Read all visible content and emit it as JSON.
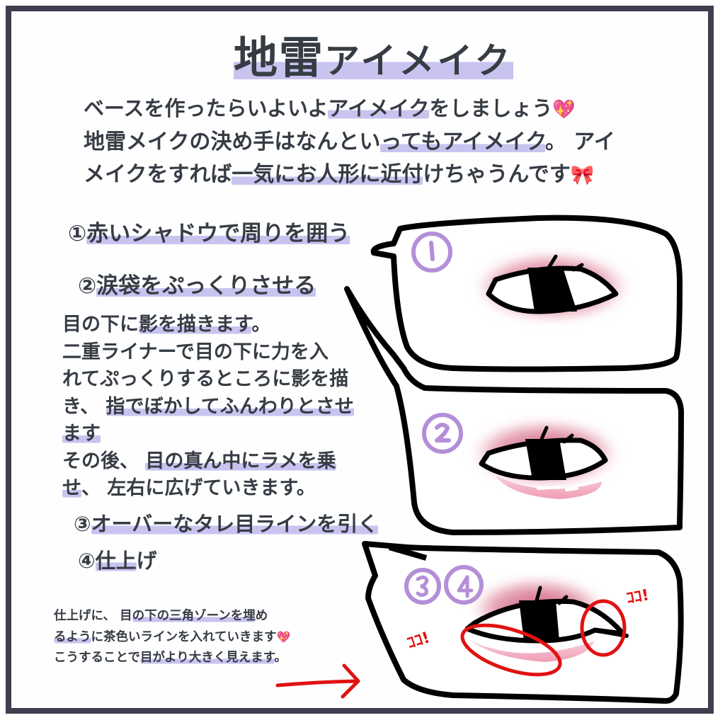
{
  "title": {
    "kanji": "地雷",
    "kana": "アイメイク"
  },
  "intro": {
    "line1": {
      "pre": "ベースを作ったらいよいよ",
      "highlight": "アイメイク",
      "post": "をしましょう",
      "emoji": "💖"
    },
    "line2": {
      "pre": "地雷メイクの決め手はなんとい",
      "highlight": "ってもアイメイク",
      "post": "。 アイ"
    },
    "line3": {
      "pre": "メイクをすれば",
      "highlight": "一気にお人形に近付",
      "post": "けちゃうんです",
      "emoji": "🎀"
    }
  },
  "steps": [
    {
      "number": "①",
      "highlight": "赤いシャドウで周りを囲う",
      "label": "赤いシャドウで周りを囲う"
    },
    {
      "number": "②",
      "highlight": "涙袋をぷっくりさせる",
      "label": "涙袋をぷっくりさせる"
    },
    {
      "number": "③",
      "highlight": "オーバーなタレ目ラインを引く",
      "label": "オーバーなタレ目ラインを引く"
    },
    {
      "number": "④",
      "highlight": "仕上",
      "post": "げ",
      "label": "仕上げ"
    }
  ],
  "step2_body": [
    {
      "pre": "目の下に",
      "highlight": "影を描きます",
      "post": "。"
    },
    {
      "pre": "二重ライナーで目の下に力を入",
      "highlight": "",
      "post": ""
    },
    {
      "pre": "れてぷっくりするところに影を描",
      "highlight": "",
      "post": ""
    },
    {
      "pre": "き、 ",
      "highlight": "指でぼかしてふんわりとさせ",
      "post": ""
    },
    {
      "pre": "",
      "highlight": "ます",
      "post": ""
    },
    {
      "pre": "その後、 ",
      "highlight": "目の真ん中にラメを乗",
      "post": ""
    },
    {
      "pre": "",
      "highlight": "せ",
      "post": "、 左右に広げていきます。"
    }
  ],
  "step4_body": [
    {
      "pre": "仕上げに、 目",
      "highlight": "の下の三角ゾーンを埋",
      "post": "め"
    },
    {
      "pre": "",
      "highlight": "るよう",
      "post": "に茶色いラインを入れていきます",
      "emoji": "💖"
    },
    {
      "pre": "こうすることで",
      "highlight": "目がより大きく見えます",
      "post": "。"
    }
  ],
  "panels": [
    {
      "badge": "1",
      "caption": "red shadow around eye"
    },
    {
      "badge": "2",
      "caption": "puffy tear bag"
    },
    {
      "badges": [
        "3",
        "4"
      ],
      "annotations": [
        "ココ!",
        "ココ!"
      ]
    }
  ],
  "colors": {
    "frame": "#3d3f4e",
    "text": "#363c44",
    "highlight": "#c9c3f0",
    "badge": "#b48fd8",
    "annotation_red": "#e01212",
    "shadow_pink": "#d0607c",
    "tearbag_pink": "#f4bccb"
  }
}
